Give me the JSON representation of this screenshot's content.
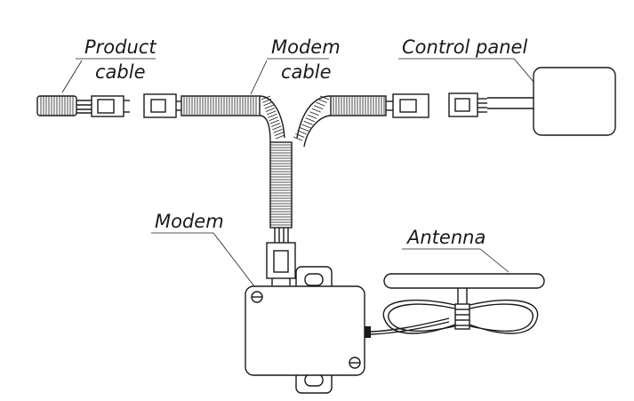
{
  "labels": {
    "product_cable_line1": "Product",
    "product_cable_line2": "cable",
    "modem_cable_line1": "Modem",
    "modem_cable_line2": "cable",
    "control_panel": "Control panel",
    "modem": "Modem",
    "antenna": "Antenna"
  },
  "colors": {
    "ink": "#1a1a1a",
    "background": "#ffffff"
  }
}
